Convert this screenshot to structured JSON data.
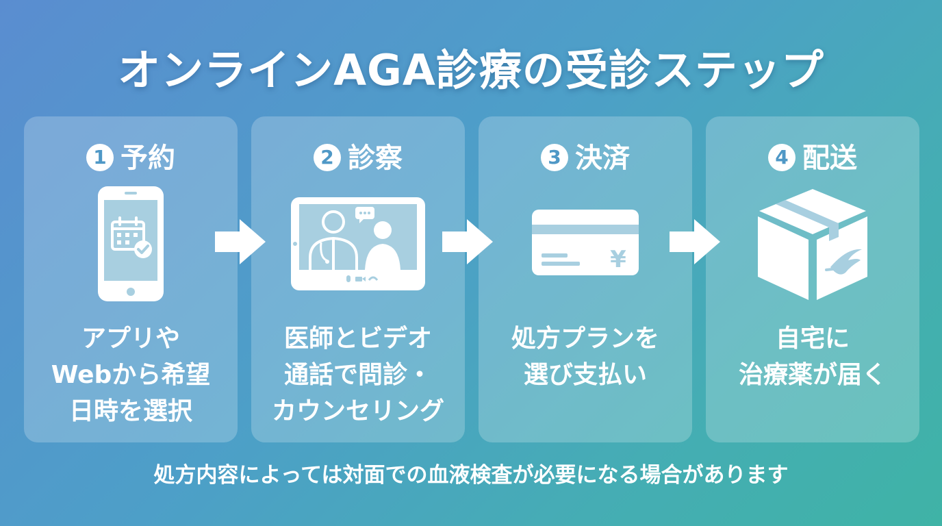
{
  "title": "オンラインAGA診療の受診ステップ",
  "colors": {
    "background_start": "#5a8dd0",
    "background_end": "#3fb3a6",
    "card": "rgba(255,255,255,0.22)",
    "text": "#ffffff"
  },
  "steps": [
    {
      "number": "1",
      "label": "予約",
      "icon": "smartphone-calendar-icon",
      "description": [
        "アプリや",
        "Webから希望",
        "日時を選択"
      ]
    },
    {
      "number": "2",
      "label": "診察",
      "icon": "tablet-video-call-icon",
      "description": [
        "医師とビデオ",
        "通話で問診・",
        "カウンセリング"
      ]
    },
    {
      "number": "3",
      "label": "決済",
      "icon": "credit-card-yen-icon",
      "currency_symbol": "¥",
      "description": [
        "処方プランを",
        "選び支払い"
      ]
    },
    {
      "number": "4",
      "label": "配送",
      "icon": "delivery-box-icon",
      "description": [
        "自宅に",
        "治療薬が届く"
      ]
    }
  ],
  "note": "処方内容によっては対面での血液検査が必要になる場合があります"
}
